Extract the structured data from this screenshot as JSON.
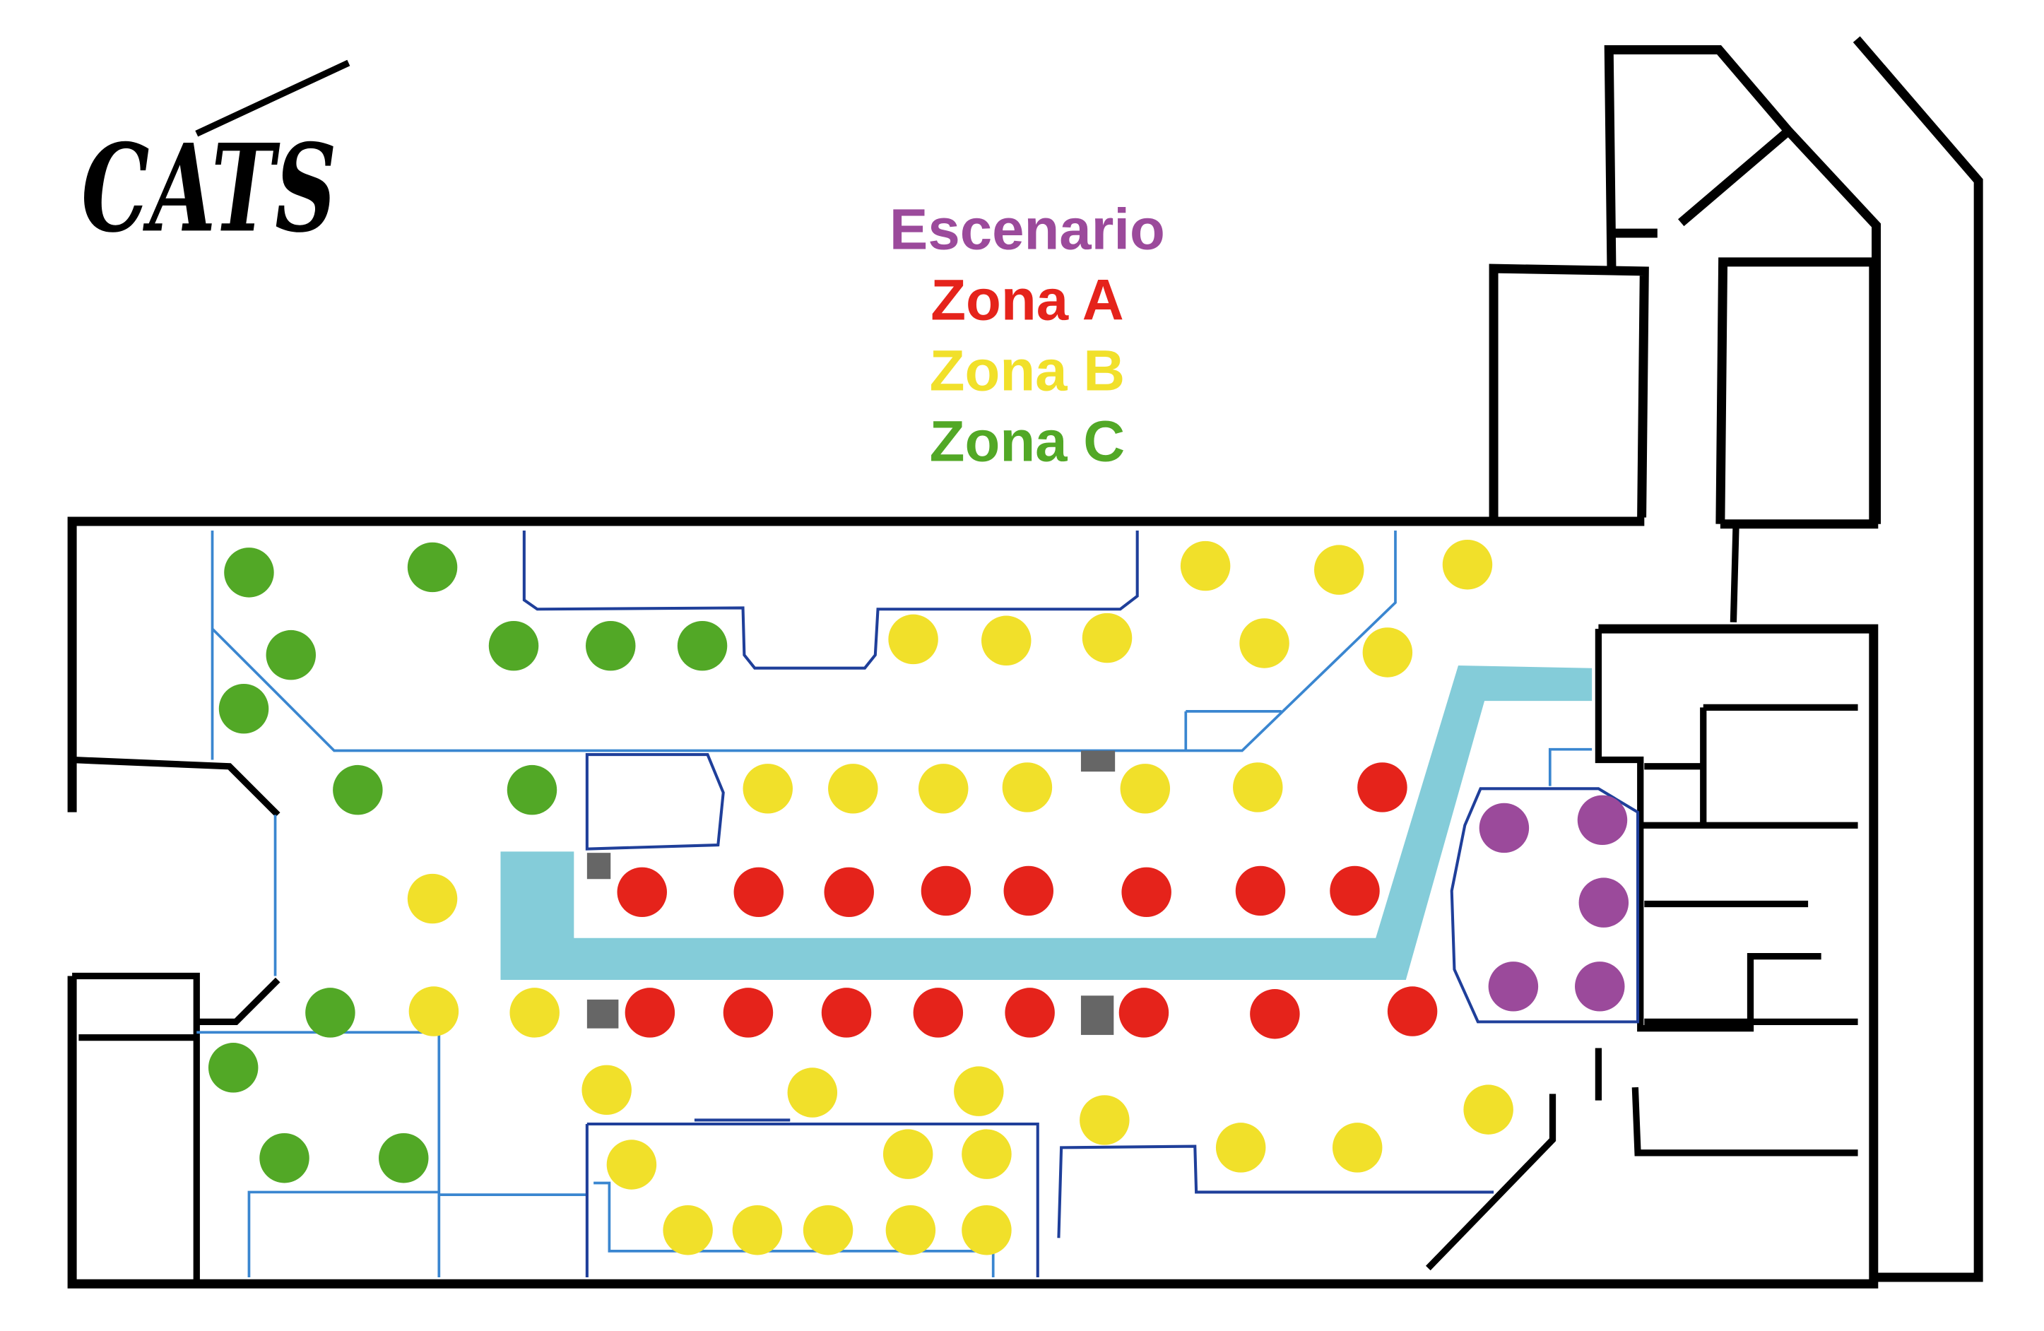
{
  "logo": {
    "text": "CATS"
  },
  "legend": [
    {
      "label": "Escenario",
      "color": "#9b4a9b"
    },
    {
      "label": "Zona A",
      "color": "#e5231b"
    },
    {
      "label": "Zona B",
      "color": "#f1e02a"
    },
    {
      "label": "Zona C",
      "color": "#52a826"
    }
  ],
  "colors": {
    "walkway": "#84ccd9",
    "walls": "#000000",
    "inner_lines": "#1f3f9a",
    "pillars": "#666666"
  }
}
